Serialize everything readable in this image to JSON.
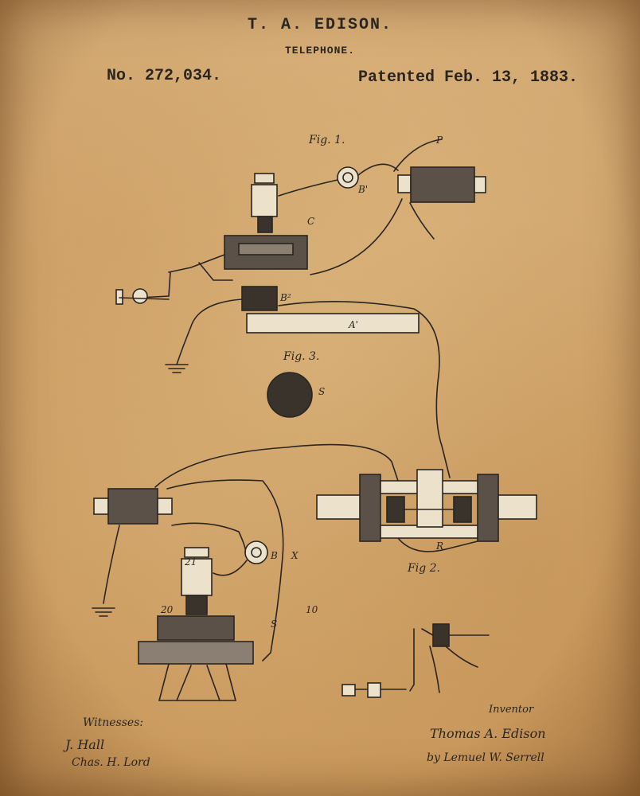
{
  "header": {
    "inventor": "T. A. EDISON.",
    "title": "TELEPHONE.",
    "patent_number": "No. 272,034.",
    "patent_date": "Patented Feb. 13, 1883."
  },
  "figures": {
    "fig1_label": "Fig. 1.",
    "fig2_label": "Fig 2.",
    "fig3_label": "Fig. 3."
  },
  "footer": {
    "witnesses_label": "Witnesses:",
    "witness_1": "J. Hall",
    "witness_2": "Chas. H. Lord",
    "inventor_label": "Inventor",
    "inventor_signature": "Thomas A. Edison",
    "attorney_signature": "by Lemuel W. Serrell"
  },
  "colors": {
    "paper": "#d9b27a",
    "ink": "#2a2520"
  }
}
